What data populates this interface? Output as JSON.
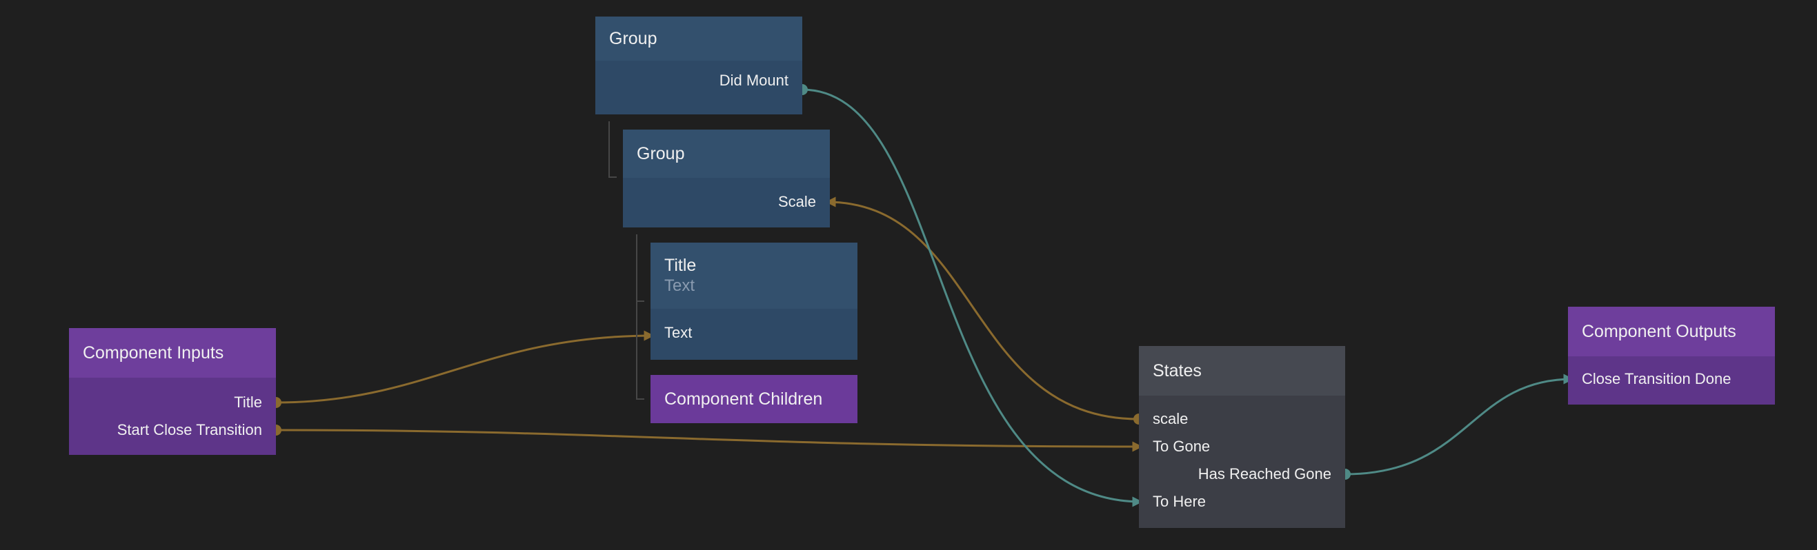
{
  "colors": {
    "background": "#1f1f1f",
    "visual_node_header": "#33506d",
    "visual_node_body": "#2e4966",
    "component_node_header": "#6e3e9c",
    "component_node_body": "#5e3589",
    "logic_node_header": "#464951",
    "logic_node_body": "#3c3e46",
    "data_wire": "#8a6a2e",
    "signal_wire": "#4f8a86"
  },
  "nodes": {
    "group1": {
      "title": "Group",
      "ports": {
        "did_mount": "Did Mount"
      }
    },
    "group2": {
      "title": "Group",
      "ports": {
        "scale": "Scale"
      }
    },
    "text_node": {
      "title": "Title",
      "subtitle": "Text",
      "ports": {
        "text": "Text"
      }
    },
    "component_children": {
      "title": "Component Children"
    },
    "component_inputs": {
      "title": "Component Inputs",
      "ports": {
        "title": "Title",
        "start_close_transition": "Start Close Transition"
      }
    },
    "states": {
      "title": "States",
      "ports": {
        "scale": "scale",
        "to_gone": "To Gone",
        "has_reached_gone": "Has Reached Gone",
        "to_here": "To Here"
      }
    },
    "component_outputs": {
      "title": "Component Outputs",
      "ports": {
        "close_transition_done": "Close Transition Done"
      }
    }
  },
  "connections": [
    {
      "from": "Component Inputs.Title",
      "to": "Title.Text",
      "kind": "data"
    },
    {
      "from": "Component Inputs.Start Close Transition",
      "to": "States.To Gone",
      "kind": "data"
    },
    {
      "from": "States.scale",
      "to": "Group.Scale",
      "kind": "data"
    },
    {
      "from": "Group.Did Mount",
      "to": "States.To Here",
      "kind": "signal"
    },
    {
      "from": "States.Has Reached Gone",
      "to": "Component Outputs.Close Transition Done",
      "kind": "signal"
    }
  ]
}
